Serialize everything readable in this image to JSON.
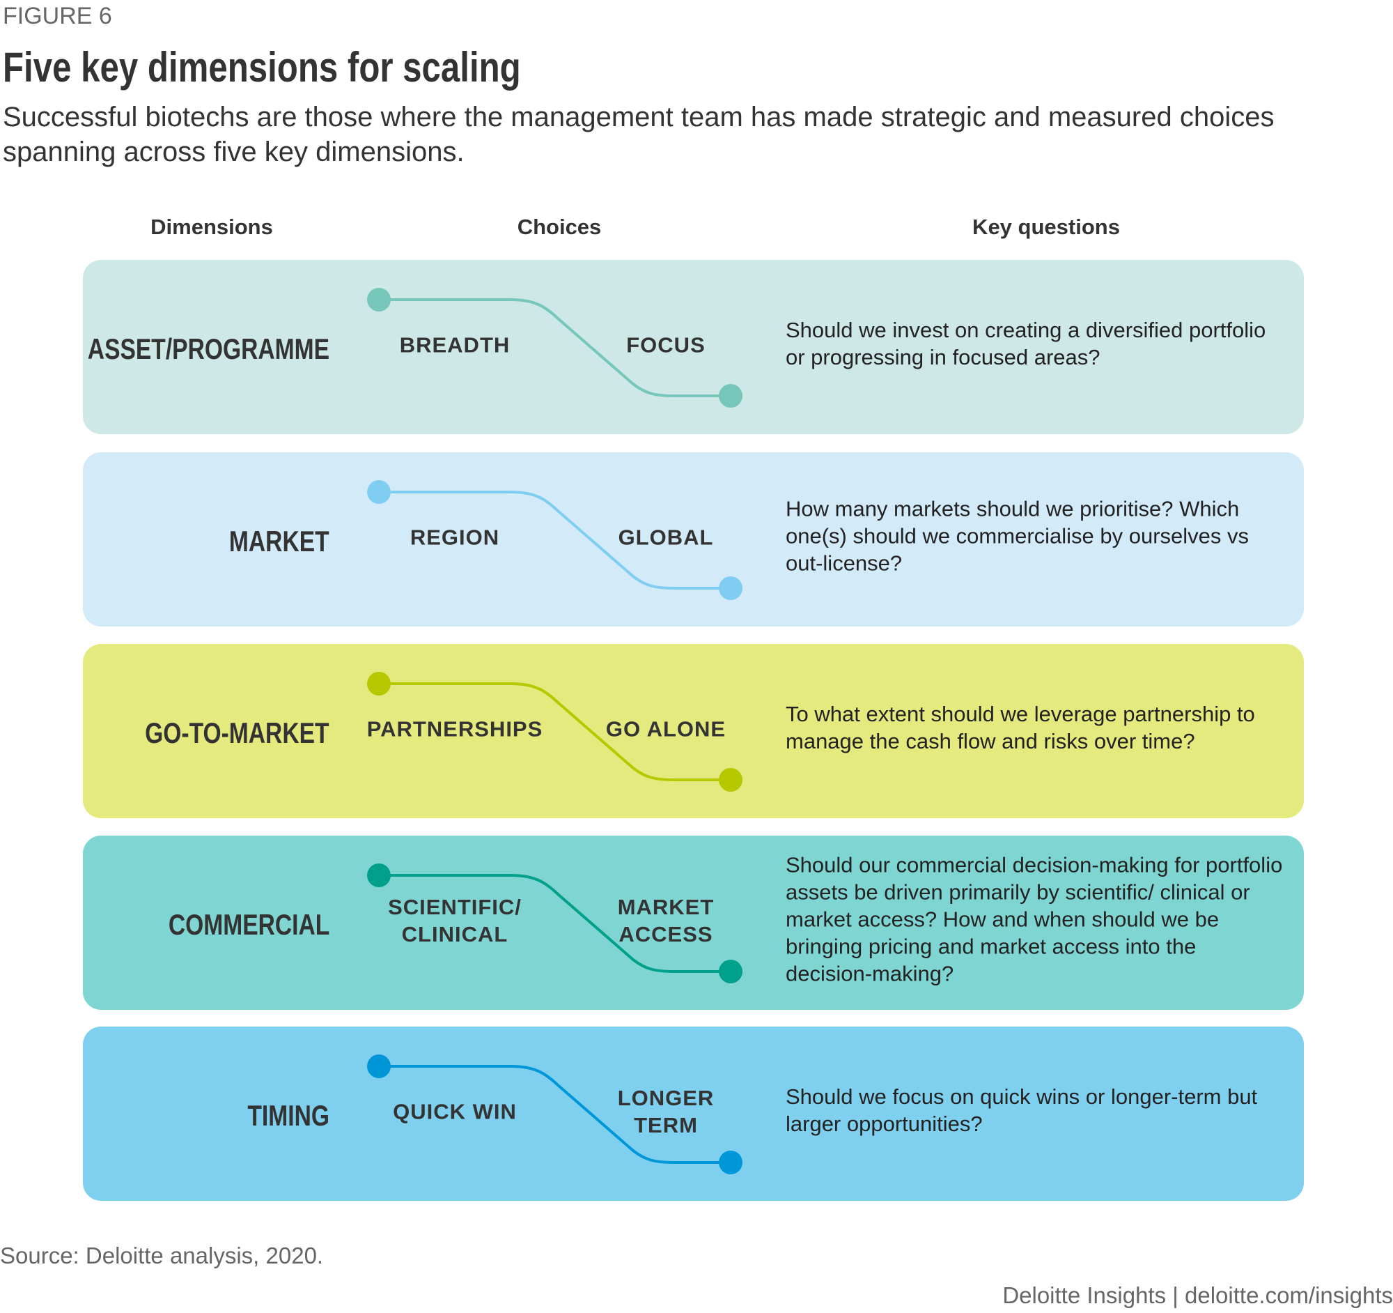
{
  "figure_label": "FIGURE 6",
  "title": "Five key dimensions for scaling",
  "subtitle": "Successful biotechs are those where the management team has made strategic and measured choices spanning across five key dimensions.",
  "headers": {
    "dimensions": "Dimensions",
    "choices": "Choices",
    "questions": "Key questions"
  },
  "rows": [
    {
      "dimension": "ASSET/PROGRAMME",
      "left": "BREADTH",
      "right": "FOCUS",
      "question": "Should we invest on creating a diversified portfolio or progressing in focused areas?",
      "bg": "#cde8e6",
      "line": "#76c6b9"
    },
    {
      "dimension": "MARKET",
      "left": "REGION",
      "right": "GLOBAL",
      "question": "How many markets should we prioritise? Which one(s) should we commercialise by ourselves vs out-license?",
      "bg": "#d3ebf9",
      "line": "#80cdf2"
    },
    {
      "dimension": "GO-TO-MARKET",
      "left": "PARTNERSHIPS",
      "right": "GO ALONE",
      "question": "To what extent should we leverage partnership to manage the cash flow and risks over time?",
      "bg": "#e5ea7f",
      "line": "#b5c800"
    },
    {
      "dimension": "COMMERCIAL",
      "left": "SCIENTIFIC/\nCLINICAL",
      "right": "MARKET\nACCESS",
      "question": "Should our commercial decision-making for portfolio assets be driven primarily by scientific/ clinical or market access? How and when should we be bringing pricing and market access into the decision-making?",
      "bg": "#7fd5d2",
      "line": "#00a08b"
    },
    {
      "dimension": "TIMING",
      "left": "QUICK WIN",
      "right": "LONGER\nTERM",
      "question": "Should we focus on quick wins or longer-term but larger opportunities?",
      "bg": "#7fcfee",
      "line": "#0097d9"
    }
  ],
  "source": "Source: Deloitte analysis, 2020.",
  "footer": "Deloitte Insights | deloitte.com/insights"
}
